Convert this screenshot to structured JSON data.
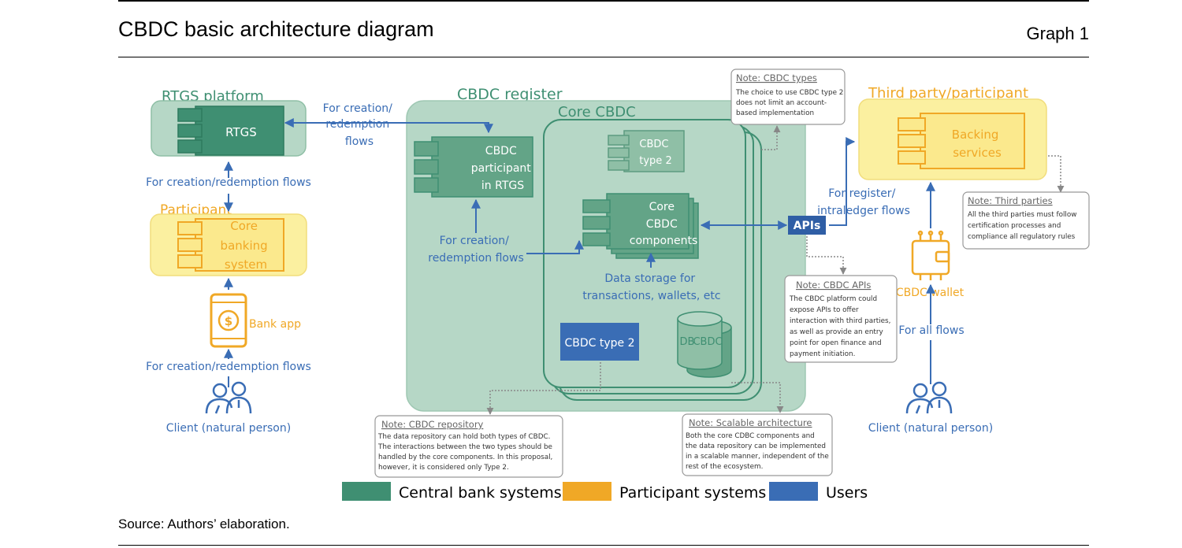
{
  "header": {
    "title": "CBDC basic architecture diagram",
    "graph_label": "Graph 1"
  },
  "diagram": {
    "rtgs_platform": "RTGS platform",
    "rtgs": "RTGS",
    "flow_top": [
      "For creation/",
      "redemption",
      "flows"
    ],
    "flow_rtgs_participant": "For creation/redemption flows",
    "participant": "Participant",
    "core_banking": [
      "Core",
      "banking",
      "system"
    ],
    "bank_app": "Bank app",
    "flow_app": "For creation/redemption flows",
    "client_left": "Client (natural person)",
    "cbdc_register": "CBDC register",
    "core_cbdc": "Core CBDC",
    "cbdc_participant": [
      "CBDC",
      "participant",
      "in RTGS"
    ],
    "flow_mid": [
      "For creation/",
      "redemption flows"
    ],
    "cbdc_type2_small": [
      "CBDC",
      "type 2"
    ],
    "core_components": [
      "Core",
      "CBDC",
      "components"
    ],
    "data_storage": [
      "Data storage for",
      "transactions, wallets, etc"
    ],
    "db_cbdc": [
      "DB",
      "CBDC"
    ],
    "cbdc_type2_box": "CBDC type 2",
    "apis": "APIs",
    "flow_register": [
      "For register/",
      "intraledger flows"
    ],
    "third_party": "Third party/participant",
    "backing": [
      "Backing",
      "services"
    ],
    "cbdc_wallet": "CBDC wallet",
    "flow_all": "For all flows",
    "client_right": "Client (natural person)"
  },
  "notes": {
    "types": {
      "title": "Note: CBDC types",
      "lines": [
        "The choice to use CBDC type 2",
        "does not limit an account-",
        "based implementation"
      ]
    },
    "third": {
      "title": "Note: Third parties",
      "lines": [
        "All the third parties must follow",
        "certification processes and",
        "compliance all regulatory rules"
      ]
    },
    "apis": {
      "title": "Note: CBDC APIs",
      "lines": [
        "The CBDC platform could",
        "expose APIs to offer",
        "interaction with third parties,",
        "as well as provide an entry",
        "point for open finance and",
        "payment initiation."
      ]
    },
    "repo": {
      "title": "Note: CBDC repository",
      "lines": [
        "The data repository can hold both types of CBDC.",
        "The interactions between the two types should be",
        "handled by the core components. In this proposal,",
        "however, it is considered only Type 2."
      ]
    },
    "scalable": {
      "title": "Note: Scalable architecture",
      "lines": [
        "Both the core CDBC components and",
        "the data repository can be implemented",
        "in a scalable manner, independent of the",
        "rest of the ecosystem."
      ]
    }
  },
  "legend": {
    "items": [
      {
        "label": "Central bank systems",
        "color": "#3f8f72"
      },
      {
        "label": "Participant systems",
        "color": "#f0a826"
      },
      {
        "label": "Users",
        "color": "#3a6db5"
      }
    ]
  },
  "colors": {
    "green": "#3f8f72",
    "light_green": "#b6d7c6",
    "orange": "#f0a826",
    "light_yellow": "#fbf0a0",
    "blue": "#3a6db5"
  },
  "footer": {
    "source": "Source: Authors’ elaboration."
  }
}
